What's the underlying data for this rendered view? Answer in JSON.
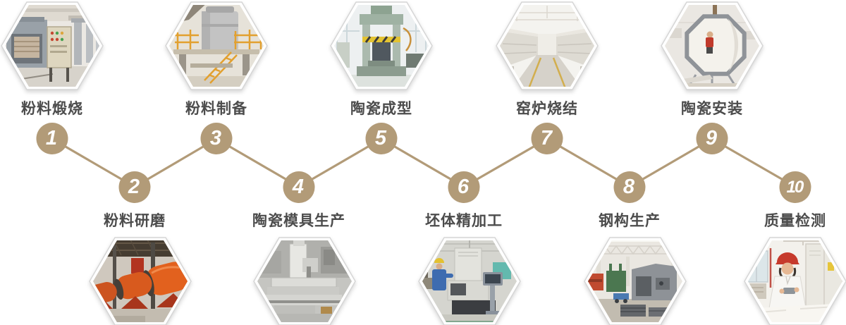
{
  "diagram": {
    "type": "process-flow-zigzag",
    "step_count": 10,
    "colors": {
      "accent_tan": "#b29b78",
      "label_text": "#4c4c4c",
      "number_text": "#ffffff",
      "hexagon_border": "#d6d6d6",
      "background": "#ffffff"
    }
  },
  "steps": [
    {
      "num": "1",
      "label": "粉料煅烧",
      "row": "top",
      "photo": "calcination-furnace-photo"
    },
    {
      "num": "2",
      "label": "粉料研磨",
      "row": "bottom",
      "photo": "grinding-ball-mills-photo"
    },
    {
      "num": "3",
      "label": "粉料制备",
      "row": "top",
      "photo": "powder-preparation-plant-photo"
    },
    {
      "num": "4",
      "label": "陶瓷模具生产",
      "row": "bottom",
      "photo": "ceramic-mold-cnc-photo"
    },
    {
      "num": "5",
      "label": "陶瓷成型",
      "row": "top",
      "photo": "ceramic-forming-press-photo"
    },
    {
      "num": "6",
      "label": "坯体精加工",
      "row": "bottom",
      "photo": "blank-finishing-machine-photo"
    },
    {
      "num": "7",
      "label": "窑炉烧结",
      "row": "top",
      "photo": "kiln-sintering-hall-photo"
    },
    {
      "num": "8",
      "label": "钢构生产",
      "row": "bottom",
      "photo": "steel-structure-workshop-photo"
    },
    {
      "num": "9",
      "label": "陶瓷安装",
      "row": "top",
      "photo": "ceramic-installation-photo"
    },
    {
      "num": "10",
      "label": "质量检测",
      "row": "bottom",
      "photo": "quality-inspection-photo"
    }
  ]
}
